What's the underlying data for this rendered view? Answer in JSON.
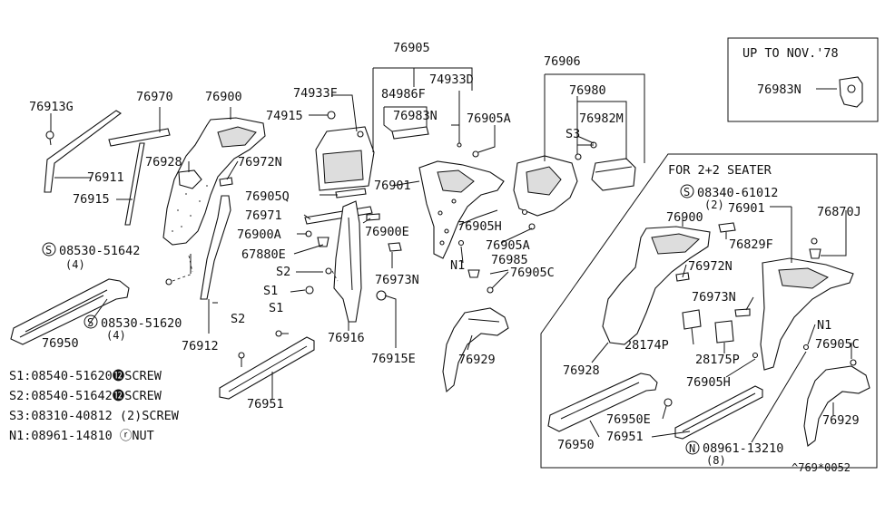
{
  "labels": {
    "p76905": "76905",
    "p74933D": "74933D",
    "p74933F": "74933F",
    "p84986F": "84986F",
    "p76983N_a": "76983N",
    "p76905A_a": "76905A",
    "p74915": "74915",
    "p76906": "76906",
    "p76980": "76980",
    "p76982M": "76982M",
    "s3": "S3",
    "p76913G": "76913G",
    "p76970": "76970",
    "p76900_a": "76900",
    "p76928_a": "76928",
    "p76972N_a": "76972N",
    "p76911": "76911",
    "p76915": "76915",
    "p76901_a": "76901",
    "p76905Q": "76905Q",
    "p76971": "76971",
    "p76900A": "76900A",
    "p76900E": "76900E",
    "p76905H_a": "76905H",
    "p76905A_b": "76905A",
    "p67880E": "67880E",
    "p76973N_a": "76973N",
    "n1_a": "N1",
    "p76985": "76985",
    "p76905C_a": "76905C",
    "s08530_51642": "08530-51642",
    "qty4_a": "(4)",
    "s2_a": "S2",
    "s1_a": "S1",
    "s08530_51620": "08530-51620",
    "qty4_b": "(4)",
    "p76950_a": "76950",
    "p76912": "76912",
    "s2_b": "S2",
    "s1_b": "S1",
    "p76916": "76916",
    "p76915E": "76915E",
    "p76929_a": "76929",
    "p76951_a": "76951",
    "s_circle": "S",
    "n_circle": "N"
  },
  "legend": [
    "S1:08540-51620⓬SCREW",
    "S2:08540-51642⓬SCREW",
    "S3:08310-40812 (2)SCREW",
    "N1:08961-14810 ⓡNUT"
  ],
  "inset_top": {
    "title": "UP TO NOV.'78",
    "part": "76983N"
  },
  "inset_right": {
    "title": "FOR 2+2 SEATER",
    "p08340_61012": "08340-61012",
    "qty2": "(2)",
    "p76900": "76900",
    "p76901": "76901",
    "p76870J": "76870J",
    "p76829F": "76829F",
    "p76972N": "76972N",
    "p76973N": "76973N",
    "n1": "N1",
    "p28174P": "28174P",
    "p28175P": "28175P",
    "p76905C": "76905C",
    "p76928": "76928",
    "p76905H": "76905H",
    "p76950E": "76950E",
    "p76950": "76950",
    "p76951": "76951",
    "p76929": "76929",
    "p08961_13210": "08961-13210",
    "qty8": "(8)"
  },
  "diagram_code": "^769*0052"
}
